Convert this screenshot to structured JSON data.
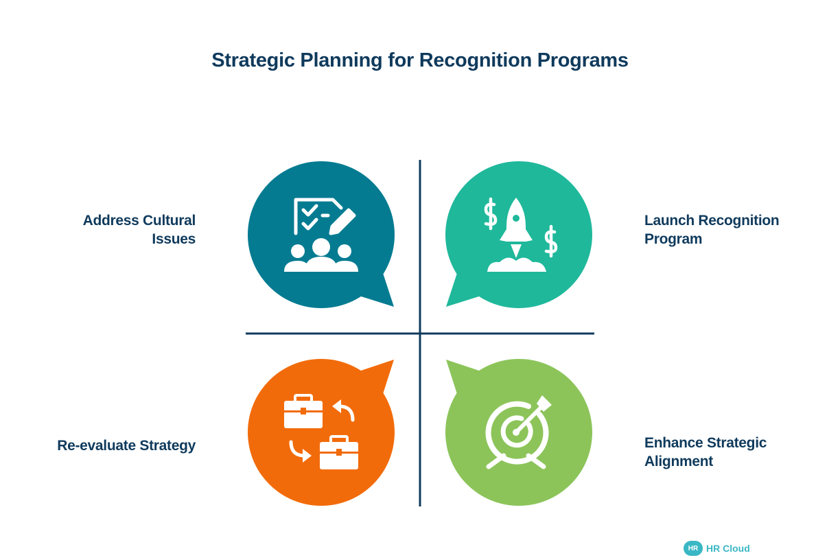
{
  "title": "Strategic Planning for Recognition Programs",
  "quadrants": [
    {
      "label_line1": "Address Cultural",
      "label_line2": "Issues",
      "color": "#047b91",
      "icon": "checklist-team-icon"
    },
    {
      "label_line1": "Launch Recognition",
      "label_line2": "Program",
      "color": "#1fb89b",
      "icon": "rocket-dollar-icon"
    },
    {
      "label_line1": "Re-evaluate Strategy",
      "label_line2": "",
      "color": "#f26b0a",
      "icon": "briefcase-swap-icon"
    },
    {
      "label_line1": "Enhance Strategic",
      "label_line2": "Alignment",
      "color": "#8cc45a",
      "icon": "target-arrow-icon"
    }
  ],
  "divider_color": "#0f3a5c",
  "logo": {
    "badge": "HR",
    "text": "HR Cloud",
    "color": "#3ab7c4"
  }
}
